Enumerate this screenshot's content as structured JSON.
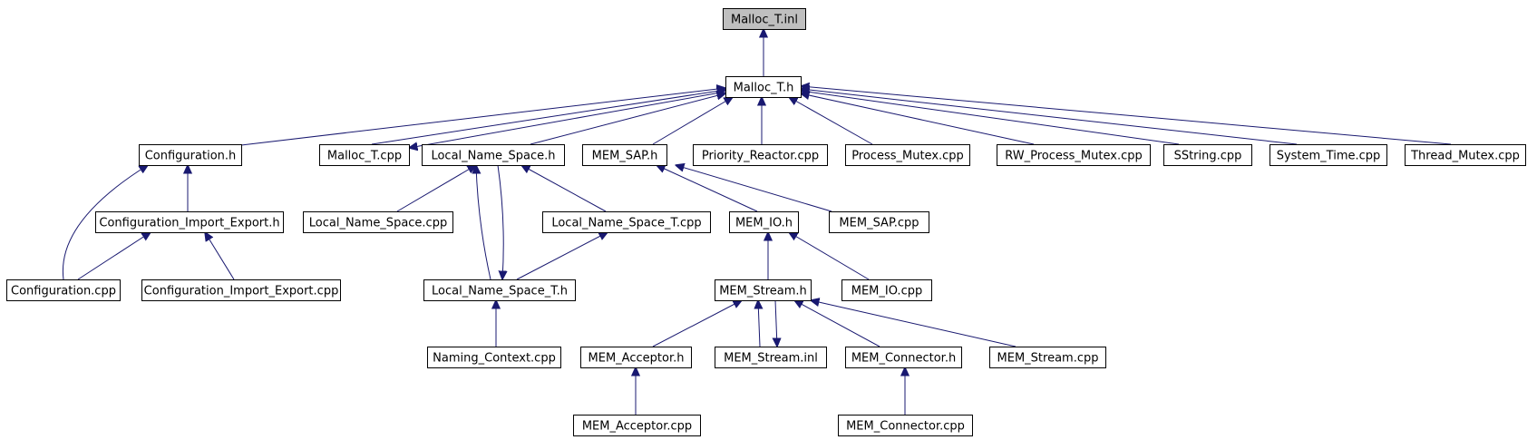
{
  "diagram": {
    "title_node": "Malloc_T.inl",
    "edge_color": "#191970",
    "node_border_color": "#000000",
    "highlight_fill": "#bfbfbf",
    "nodes": [
      {
        "id": "malloc_t_inl",
        "label": "Malloc_T.inl",
        "highlight": true
      },
      {
        "id": "malloc_t_h",
        "label": "Malloc_T.h"
      },
      {
        "id": "configuration_h",
        "label": "Configuration.h"
      },
      {
        "id": "malloc_t_cpp",
        "label": "Malloc_T.cpp"
      },
      {
        "id": "local_name_space_h",
        "label": "Local_Name_Space.h"
      },
      {
        "id": "mem_sap_h",
        "label": "MEM_SAP.h"
      },
      {
        "id": "priority_reactor_cpp",
        "label": "Priority_Reactor.cpp"
      },
      {
        "id": "process_mutex_cpp",
        "label": "Process_Mutex.cpp"
      },
      {
        "id": "rw_process_mutex_cpp",
        "label": "RW_Process_Mutex.cpp"
      },
      {
        "id": "sstring_cpp",
        "label": "SString.cpp"
      },
      {
        "id": "system_time_cpp",
        "label": "System_Time.cpp"
      },
      {
        "id": "thread_mutex_cpp",
        "label": "Thread_Mutex.cpp"
      },
      {
        "id": "configuration_import_export_h",
        "label": "Configuration_Import_Export.h"
      },
      {
        "id": "local_name_space_cpp",
        "label": "Local_Name_Space.cpp"
      },
      {
        "id": "local_name_space_t_cpp",
        "label": "Local_Name_Space_T.cpp"
      },
      {
        "id": "mem_io_h",
        "label": "MEM_IO.h"
      },
      {
        "id": "mem_sap_cpp",
        "label": "MEM_SAP.cpp"
      },
      {
        "id": "configuration_cpp",
        "label": "Configuration.cpp"
      },
      {
        "id": "configuration_import_export_cpp",
        "label": "Configuration_Import_Export.cpp"
      },
      {
        "id": "local_name_space_t_h",
        "label": "Local_Name_Space_T.h"
      },
      {
        "id": "mem_stream_h",
        "label": "MEM_Stream.h"
      },
      {
        "id": "mem_io_cpp",
        "label": "MEM_IO.cpp"
      },
      {
        "id": "naming_context_cpp",
        "label": "Naming_Context.cpp"
      },
      {
        "id": "mem_acceptor_h",
        "label": "MEM_Acceptor.h"
      },
      {
        "id": "mem_stream_inl",
        "label": "MEM_Stream.inl"
      },
      {
        "id": "mem_connector_h",
        "label": "MEM_Connector.h"
      },
      {
        "id": "mem_stream_cpp",
        "label": "MEM_Stream.cpp"
      },
      {
        "id": "mem_acceptor_cpp",
        "label": "MEM_Acceptor.cpp"
      },
      {
        "id": "mem_connector_cpp",
        "label": "MEM_Connector.cpp"
      }
    ],
    "edges": [
      {
        "from": "malloc_t_h",
        "to": "malloc_t_inl"
      },
      {
        "from": "configuration_h",
        "to": "malloc_t_h"
      },
      {
        "from": "malloc_t_cpp",
        "to": "malloc_t_h"
      },
      {
        "from": "local_name_space_h",
        "to": "malloc_t_h"
      },
      {
        "from": "mem_sap_h",
        "to": "malloc_t_h"
      },
      {
        "from": "priority_reactor_cpp",
        "to": "malloc_t_h"
      },
      {
        "from": "process_mutex_cpp",
        "to": "malloc_t_h"
      },
      {
        "from": "rw_process_mutex_cpp",
        "to": "malloc_t_h"
      },
      {
        "from": "sstring_cpp",
        "to": "malloc_t_h"
      },
      {
        "from": "system_time_cpp",
        "to": "malloc_t_h"
      },
      {
        "from": "thread_mutex_cpp",
        "to": "malloc_t_h"
      },
      {
        "from": "malloc_t_h",
        "to": "malloc_t_cpp"
      },
      {
        "from": "configuration_import_export_h",
        "to": "configuration_h"
      },
      {
        "from": "configuration_cpp",
        "to": "configuration_h"
      },
      {
        "from": "configuration_cpp",
        "to": "configuration_import_export_h"
      },
      {
        "from": "configuration_import_export_cpp",
        "to": "configuration_import_export_h"
      },
      {
        "from": "local_name_space_cpp",
        "to": "local_name_space_h"
      },
      {
        "from": "local_name_space_t_cpp",
        "to": "local_name_space_h"
      },
      {
        "from": "local_name_space_t_h",
        "to": "local_name_space_h"
      },
      {
        "from": "local_name_space_h",
        "to": "local_name_space_t_h"
      },
      {
        "from": "local_name_space_t_h",
        "to": "local_name_space_t_cpp"
      },
      {
        "from": "naming_context_cpp",
        "to": "local_name_space_t_h"
      },
      {
        "from": "mem_io_h",
        "to": "mem_sap_h"
      },
      {
        "from": "mem_sap_cpp",
        "to": "mem_sap_h"
      },
      {
        "from": "mem_stream_h",
        "to": "mem_io_h"
      },
      {
        "from": "mem_io_cpp",
        "to": "mem_io_h"
      },
      {
        "from": "mem_acceptor_h",
        "to": "mem_stream_h"
      },
      {
        "from": "mem_stream_inl",
        "to": "mem_stream_h"
      },
      {
        "from": "mem_stream_h",
        "to": "mem_stream_inl"
      },
      {
        "from": "mem_connector_h",
        "to": "mem_stream_h"
      },
      {
        "from": "mem_stream_cpp",
        "to": "mem_stream_h"
      },
      {
        "from": "mem_acceptor_cpp",
        "to": "mem_acceptor_h"
      },
      {
        "from": "mem_connector_cpp",
        "to": "mem_connector_h"
      }
    ]
  }
}
